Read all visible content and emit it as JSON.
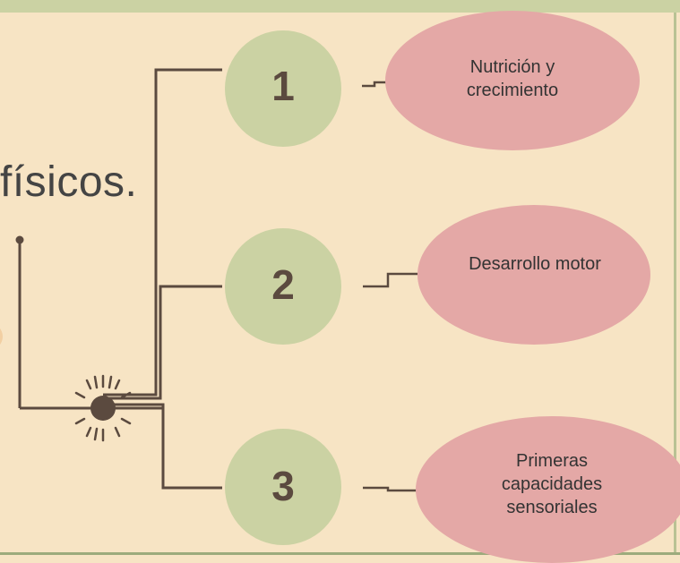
{
  "slide_text_fragment": "físicos.",
  "diagram": {
    "nodes": [
      {
        "number": "1",
        "label": "Nutrición y crecimiento"
      },
      {
        "number": "2",
        "label": "Desarrollo motor"
      },
      {
        "number": "3",
        "label": "Primeras capacidades sensoriales"
      }
    ]
  },
  "colors": {
    "background": "#f7e4c4",
    "number_circle": "#cbd2a3",
    "label_oval": "#e4a8a6",
    "connector": "#5b4a3f"
  }
}
